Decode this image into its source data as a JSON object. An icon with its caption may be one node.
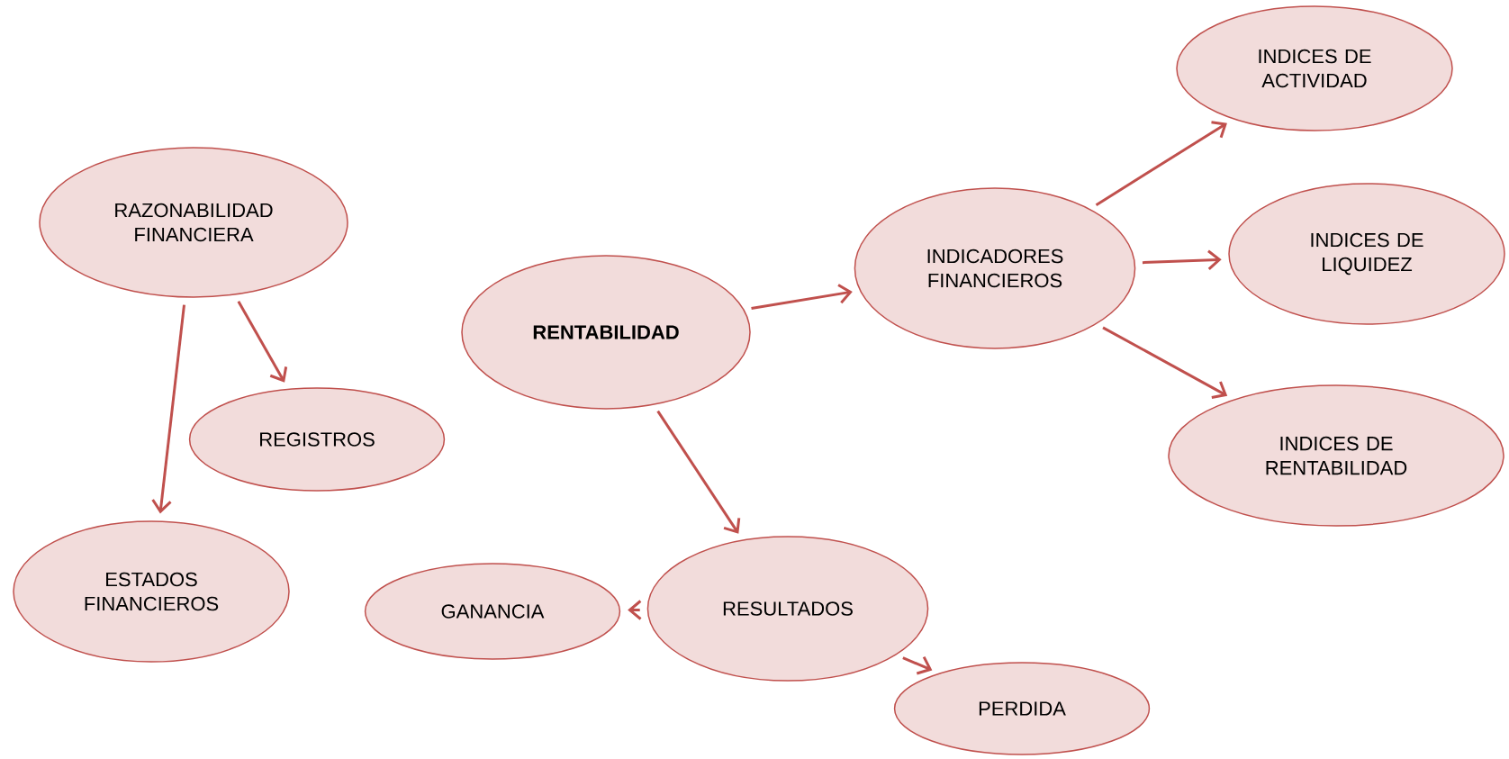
{
  "diagram": {
    "nodes": [
      {
        "text": [
          "RAZONABILIDAD FINANCIERA"
        ]
      },
      {
        "text": [
          "REGISTROS"
        ]
      },
      {
        "text": [
          "ESTADOS FINANCIEROS"
        ]
      },
      {
        "text": [
          "RENTABILIDAD"
        ]
      },
      {
        "text": [
          "INDICADORES FINANCIEROS"
        ]
      },
      {
        "text": [
          "INDICES DE ACTIVIDAD"
        ]
      },
      {
        "text": [
          "INDICES DE LIQUIDEZ"
        ]
      },
      {
        "text": [
          "INDICES DE RENTABILIDAD"
        ]
      },
      {
        "text": [
          "RESULTADOS"
        ]
      },
      {
        "text": [
          "GANANCIA"
        ]
      },
      {
        "text": [
          "PERDIDA"
        ]
      }
    ],
    "edges": [
      {
        "from": 0,
        "to": 1,
        "arrow": "to"
      },
      {
        "from": 0,
        "to": 2,
        "arrow": "to"
      },
      {
        "from": 3,
        "to": 4,
        "arrow": "to"
      },
      {
        "from": 3,
        "to": 8,
        "arrow": "to"
      },
      {
        "from": 4,
        "to": 5,
        "arrow": "to"
      },
      {
        "from": 4,
        "to": 6,
        "arrow": "to"
      },
      {
        "from": 4,
        "to": 7,
        "arrow": "to"
      },
      {
        "from": 8,
        "to": 9,
        "arrow": "to"
      },
      {
        "from": 8,
        "to": 10,
        "arrow": "to"
      }
    ]
  }
}
